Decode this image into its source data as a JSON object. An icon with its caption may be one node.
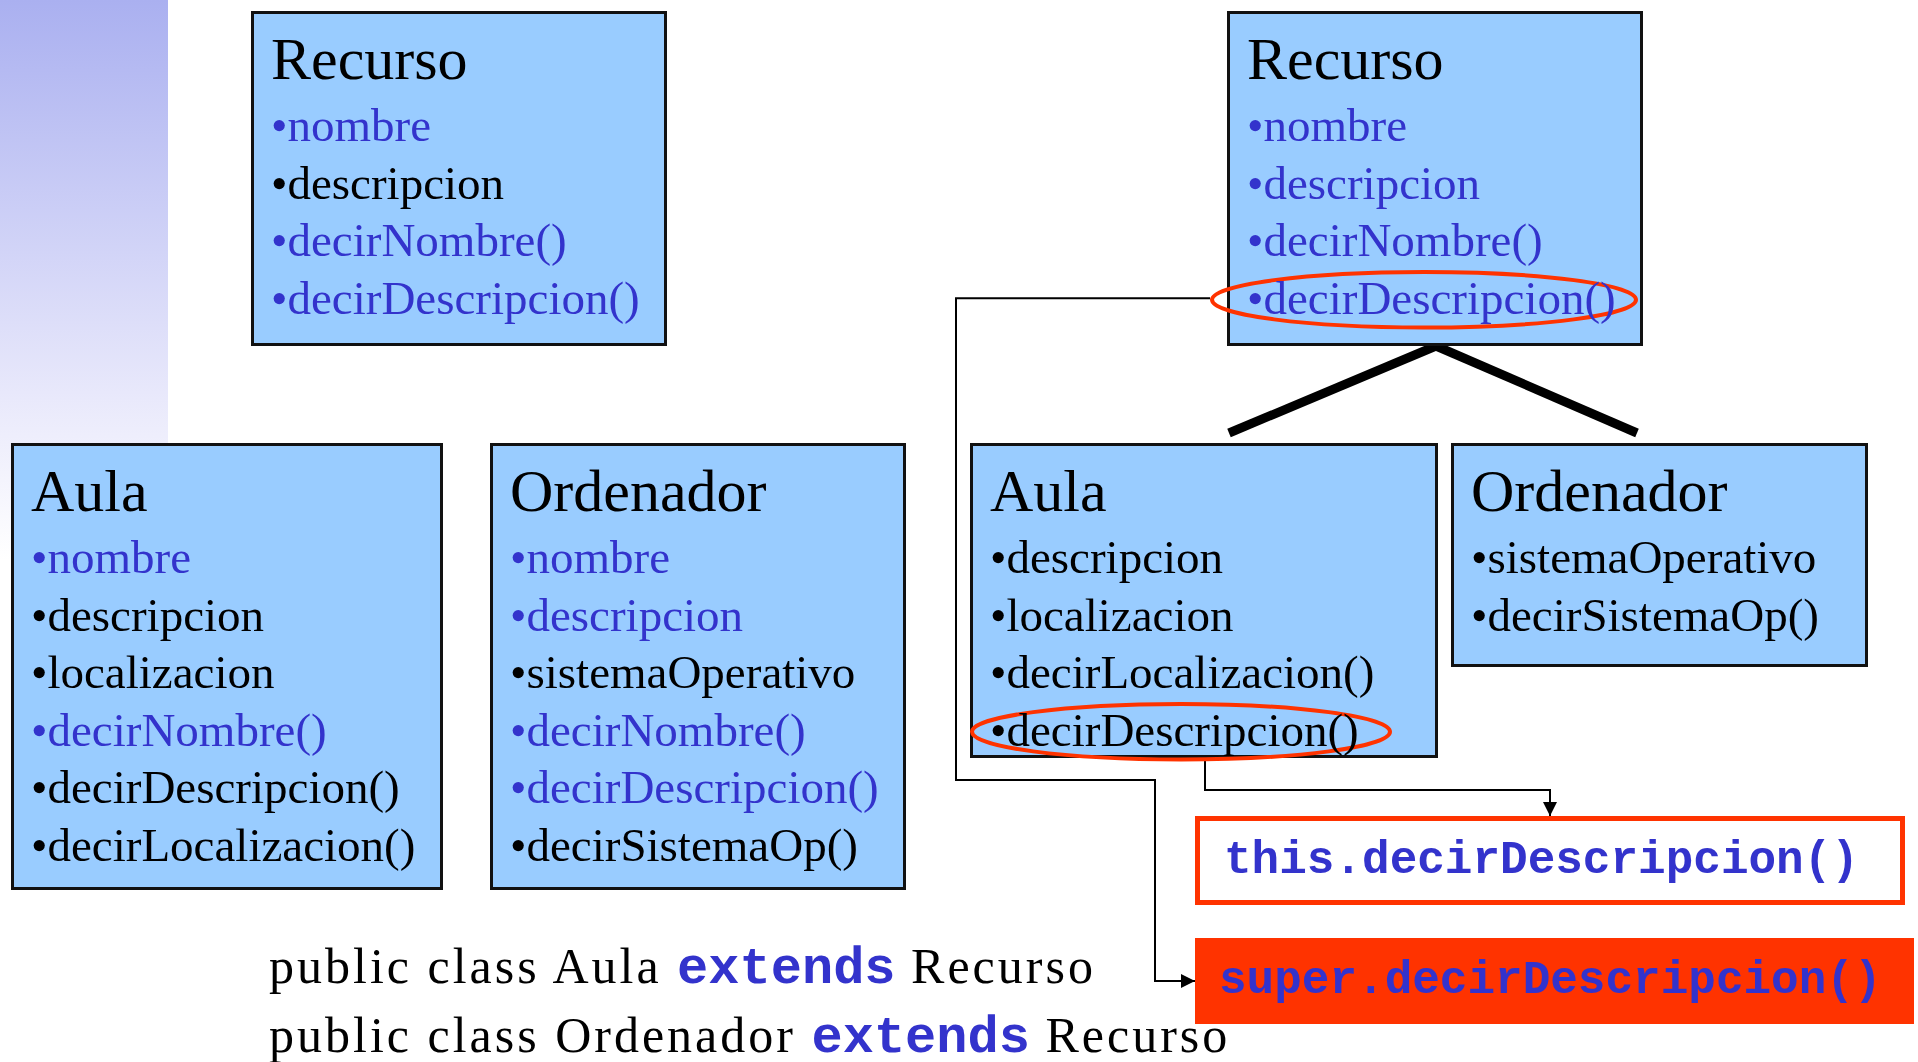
{
  "diagram": {
    "nodes": [
      {
        "text": [
          "Recurso",
          "•nombre",
          "•descripcion",
          "•decirNombre()",
          "•decirDescripcion()"
        ]
      },
      {
        "text": [
          "Recurso",
          "•nombre",
          "•descripcion",
          "•decirNombre()"
        ]
      },
      {
        "text": [
          "•decirDescripcion()"
        ],
        "in": 1
      },
      {
        "text": [
          "Aula",
          "•nombre",
          "•descripcion",
          "•localizacion",
          "•decirNombre()",
          "•decirDescripcion()",
          "•decirLocalizacion()"
        ]
      },
      {
        "text": [
          "Ordenador",
          "•nombre",
          "•descripcion",
          "•sistemaOperativo",
          "•decirNombre()",
          "•decirDescripcion()",
          "•decirSistemaOp()"
        ]
      },
      {
        "text": [
          "Aula",
          "•descripcion",
          "•localizacion",
          "•decirLocalizacion()"
        ]
      },
      {
        "text": [
          "•decirDescripcion()"
        ],
        "in": 5
      },
      {
        "text": [
          "Ordenador",
          "•sistemaOperativo",
          "•decirSistemaOp()"
        ]
      },
      {
        "text": [
          "this.decirDescripcion()"
        ]
      },
      {
        "text": [
          "super.decirDescripcion()"
        ]
      }
    ],
    "edges": [
      {
        "from": 1,
        "to": 5,
        "arrow": "none",
        "style": "thick"
      },
      {
        "from": 1,
        "to": 7,
        "arrow": "none",
        "style": "thick"
      },
      {
        "from": 2,
        "to": 9,
        "arrow": "to"
      },
      {
        "from": 6,
        "to": 8,
        "arrow": "to"
      }
    ],
    "labels": [
      "public class Aula **extends** Recurso",
      "public class Ordenador **extends** Recurso"
    ]
  }
}
